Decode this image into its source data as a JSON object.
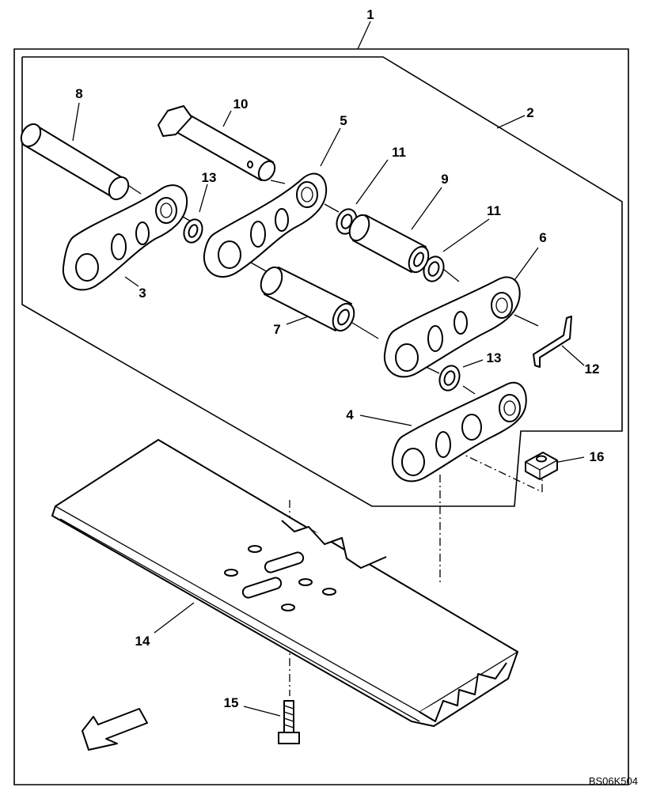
{
  "figure_code": "BS06K504",
  "callouts": [
    {
      "id": "1",
      "label": "1"
    },
    {
      "id": "2",
      "label": "2"
    },
    {
      "id": "3",
      "label": "3"
    },
    {
      "id": "4",
      "label": "4"
    },
    {
      "id": "5",
      "label": "5"
    },
    {
      "id": "6",
      "label": "6"
    },
    {
      "id": "7",
      "label": "7"
    },
    {
      "id": "8",
      "label": "8"
    },
    {
      "id": "9",
      "label": "9"
    },
    {
      "id": "10",
      "label": "10"
    },
    {
      "id": "11a",
      "label": "11"
    },
    {
      "id": "11b",
      "label": "11"
    },
    {
      "id": "12",
      "label": "12"
    },
    {
      "id": "13a",
      "label": "13"
    },
    {
      "id": "13b",
      "label": "13"
    },
    {
      "id": "14",
      "label": "14"
    },
    {
      "id": "15",
      "label": "15"
    },
    {
      "id": "16",
      "label": "16"
    }
  ]
}
